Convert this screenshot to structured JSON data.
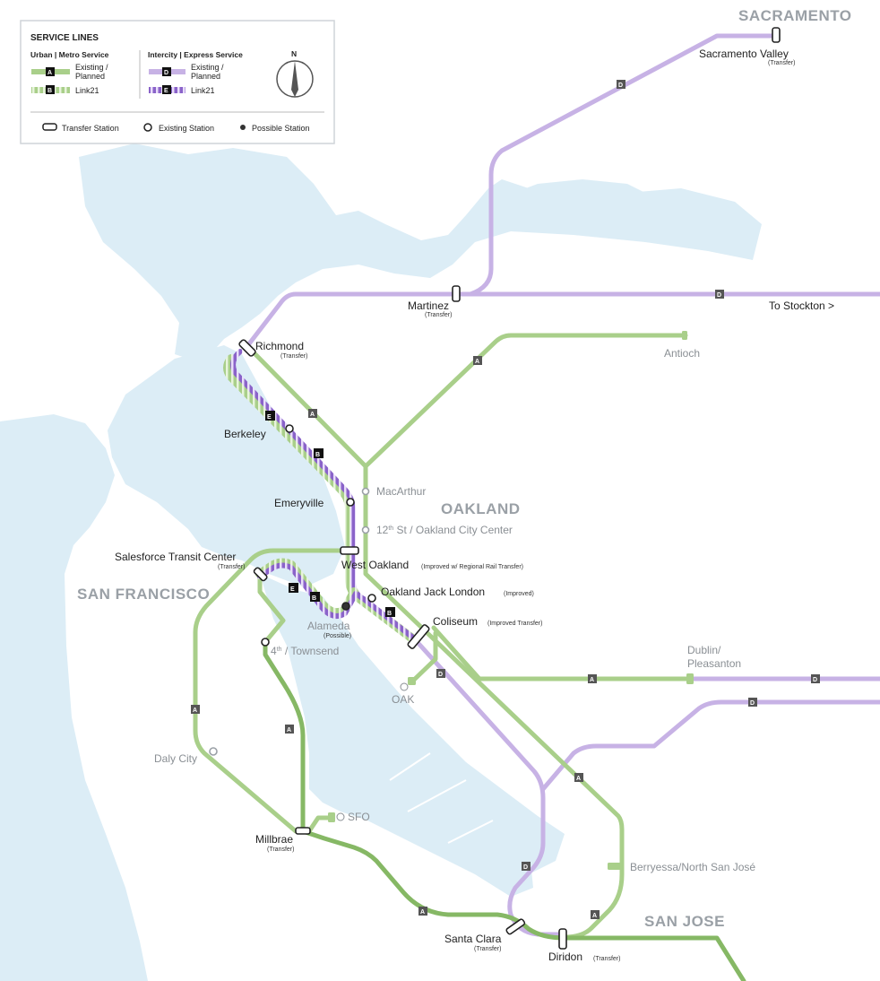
{
  "colors": {
    "water": "#dcedf6",
    "green_existing": "#a9cf8a",
    "green_dark": "#86b865",
    "purple_existing": "#c7b2e5",
    "purple_link21": "#8a63c9",
    "bullet": "#222222",
    "region_label": "#9aa0a6"
  },
  "legend": {
    "title": "SERVICE LINES",
    "urban_heading": "Urban | Metro Service",
    "intercity_heading": "Intercity | Express Service",
    "existing_label_1": "Existing /",
    "existing_label_2": "Planned",
    "link21_label": "Link21",
    "urban_bullet_existing": "A",
    "urban_bullet_link21": "B",
    "intercity_bullet_existing": "D",
    "intercity_bullet_link21": "E",
    "transfer_station": "Transfer Station",
    "existing_station": "Existing Station",
    "possible_station": "Possible Station",
    "north": "N"
  },
  "regions": {
    "sacramento": "SACRAMENTO",
    "oakland": "OAKLAND",
    "san_francisco": "SAN FRANCISCO",
    "san_jose": "SAN JOSE"
  },
  "stations": {
    "sacramento_valley": "Sacramento Valley",
    "sacramento_valley_note": "(Transfer)",
    "martinez": "Martinez",
    "martinez_note": "(Transfer)",
    "to_stockton": "To Stockton >",
    "antioch": "Antioch",
    "richmond": "Richmond",
    "richmond_note": "(Transfer)",
    "berkeley": "Berkeley",
    "macarthur": "MacArthur",
    "emeryville": "Emeryville",
    "twelfth_st_prefix": "12",
    "twelfth_st_sup": "th",
    "twelfth_st_suffix": " St / Oakland City Center",
    "salesforce": "Salesforce Transit Center",
    "salesforce_note": "(Transfer)",
    "west_oakland": "West Oakland",
    "west_oakland_note": "(Improved w/ Regional Rail Transfer)",
    "jack_london": "Oakland Jack London",
    "jack_london_note": "(Improved)",
    "alameda": "Alameda",
    "alameda_note": "(Possible)",
    "coliseum": "Coliseum",
    "coliseum_note": "(Improved Transfer)",
    "fourth_prefix": "4",
    "fourth_sup": "th",
    "fourth_suffix": " / Townsend",
    "oak": "OAK",
    "dublin_1": "Dublin/",
    "dublin_2": "Pleasanton",
    "daly_city": "Daly City",
    "sfo": "SFO",
    "millbrae": "Millbrae",
    "millbrae_note": "(Transfer)",
    "berryessa": "Berryessa/North San José",
    "santa_clara": "Santa Clara",
    "santa_clara_note": "(Transfer)",
    "diridon": "Diridon",
    "diridon_note": "(Transfer)"
  },
  "line_bullets": {
    "a": "A",
    "b": "B",
    "d": "D",
    "e": "E"
  }
}
